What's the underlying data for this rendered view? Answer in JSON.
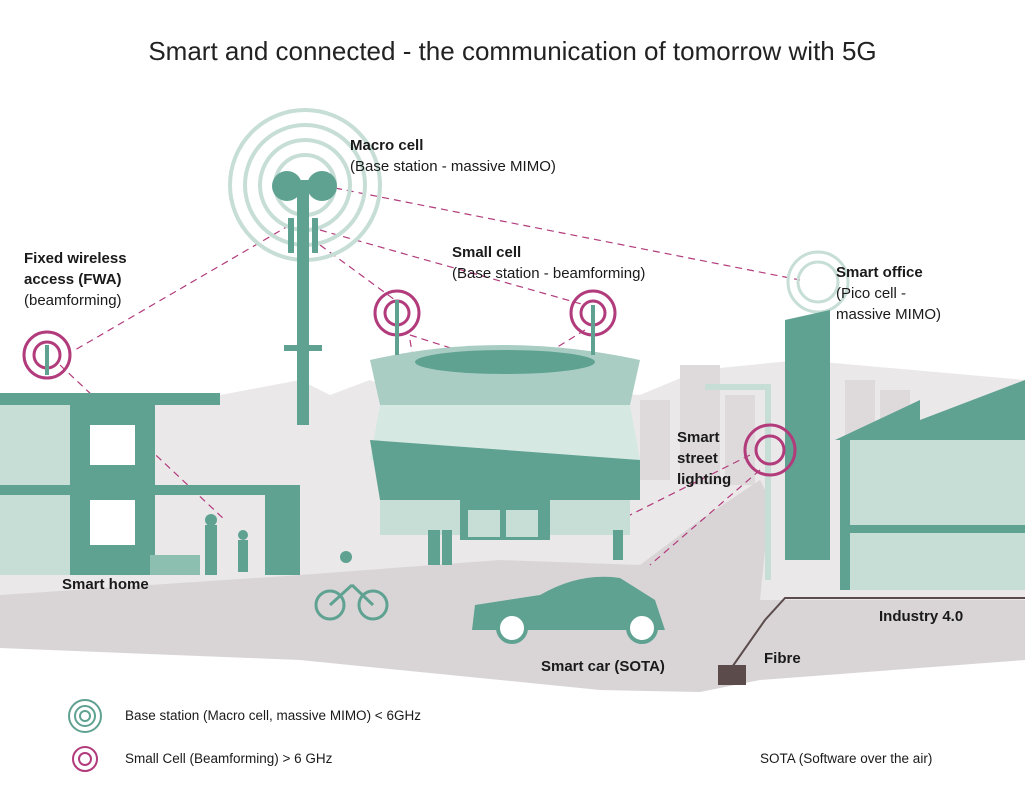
{
  "title": "Smart and connected - the communication of tomorrow with 5G",
  "colors": {
    "teal": "#5fa291",
    "light_teal": "#c6ded6",
    "magenta": "#b23b7c",
    "ground": "#d9d5d7",
    "fibre_box": "#5b4b4b"
  },
  "labels": {
    "macro_cell": {
      "title": "Macro cell",
      "sub": "(Base station - massive MIMO)"
    },
    "fwa": {
      "line1": "Fixed wireless",
      "line2": "access (FWA)",
      "line3": "(beamforming)"
    },
    "small_cell": {
      "title": "Small cell",
      "sub": "(Base station - beamforming)"
    },
    "smart_office": {
      "title": "Smart office",
      "line2": "(Pico cell -",
      "line3": "massive MIMO)"
    },
    "street_lighting": {
      "line1": "Smart",
      "line2": "street",
      "line3": "lighting"
    },
    "smart_home": "Smart home",
    "industry": "Industry 4.0",
    "fibre": "Fibre",
    "smart_car": "Smart car (SOTA)"
  },
  "legend": {
    "base_station": {
      "icon": "teal-rings-icon",
      "text": "Base station (Macro cell, massive MIMO) < 6GHz"
    },
    "small_cell": {
      "icon": "magenta-rings-icon",
      "text": "Small Cell  (Beamforming) > 6 GHz"
    },
    "sota": "SOTA (Software over the air)"
  }
}
